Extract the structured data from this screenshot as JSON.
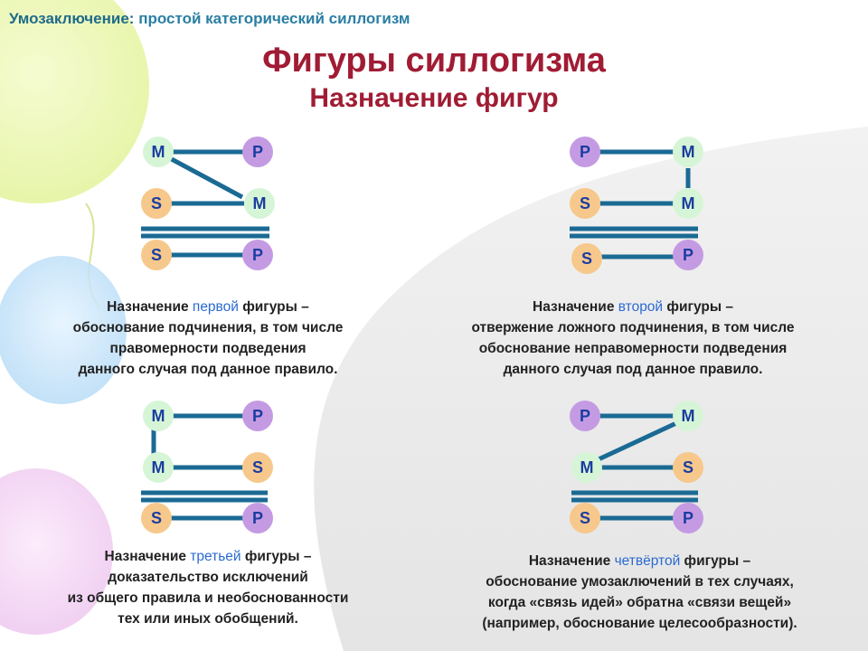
{
  "header": {
    "prefix": "Умозаключение:",
    "topic": "простой категорический силлогизм"
  },
  "title": "Фигуры силлогизма",
  "subtitle": "Назначение фигур",
  "colors": {
    "line": "#1a6a94",
    "title": "#a01c34",
    "header": "#1f6b8a",
    "highlight": "#2b6ad0",
    "node_text": "#1a3da0"
  },
  "figures": [
    {
      "nodes": [
        "M",
        "P",
        "S",
        "M",
        "S",
        "P"
      ],
      "desc": {
        "pre": "Назначение ",
        "highlight": "первой",
        "post": " фигуры –",
        "lines": [
          "обоснование подчинения, в том числе",
          "правомерности подведения",
          "данного случая под данное правило."
        ]
      }
    },
    {
      "nodes": [
        "P",
        "M",
        "S",
        "M",
        "S",
        "P"
      ],
      "desc": {
        "pre": "Назначение ",
        "highlight": "второй",
        "post": " фигуры –",
        "lines": [
          "отвержение ложного подчинения, в том числе",
          "обоснование  неправомерности подведения",
          "данного случая под данное правило."
        ]
      }
    },
    {
      "nodes": [
        "M",
        "P",
        "M",
        "S",
        "S",
        "P"
      ],
      "desc": {
        "pre": "Назначение ",
        "highlight": "третьей",
        "post": " фигуры –",
        "lines": [
          "доказательство исключений",
          "из общего правила и необоснованности",
          "тех или иных обобщений."
        ]
      }
    },
    {
      "nodes": [
        "P",
        "M",
        "M",
        "S",
        "S",
        "P"
      ],
      "desc": {
        "pre": "Назначение ",
        "highlight": "четвёртой",
        "post": " фигуры –",
        "lines": [
          "обоснование умозаключений в тех случаях,",
          "когда «связь идей» обратна «связи вещей»",
          "(например, обоснование целесообразности)."
        ]
      }
    }
  ]
}
